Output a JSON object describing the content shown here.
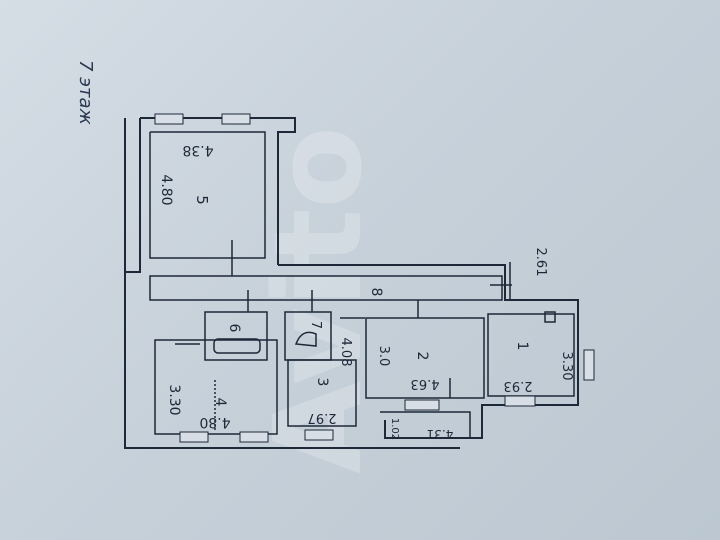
{
  "header": {
    "floor_note": "7 этаж"
  },
  "rooms": [
    {
      "id": "room-1",
      "number": "1",
      "dim_a": "3.30",
      "dim_b": "2.93"
    },
    {
      "id": "room-2",
      "number": "2",
      "dim_a": "3.0",
      "dim_b": "4.63"
    },
    {
      "id": "room-3",
      "number": "3",
      "dim_a": "4.08",
      "dim_b": "2.97"
    },
    {
      "id": "room-4",
      "number": "4",
      "dim_a": "3.30",
      "dim_b": "4.80"
    },
    {
      "id": "room-5",
      "number": "5",
      "dim_a": "4.80",
      "dim_b": "4.38"
    },
    {
      "id": "room-6",
      "number": "6"
    },
    {
      "id": "room-7",
      "number": "7"
    },
    {
      "id": "room-8",
      "number": "8"
    }
  ],
  "extra_dims": {
    "loggia_depth": "2.61",
    "balcony_length": "4.31",
    "balcony_depth": "1.02"
  },
  "watermark": "Avito",
  "colors": {
    "ink": "#1d2838",
    "paper": "#ccd5de"
  }
}
